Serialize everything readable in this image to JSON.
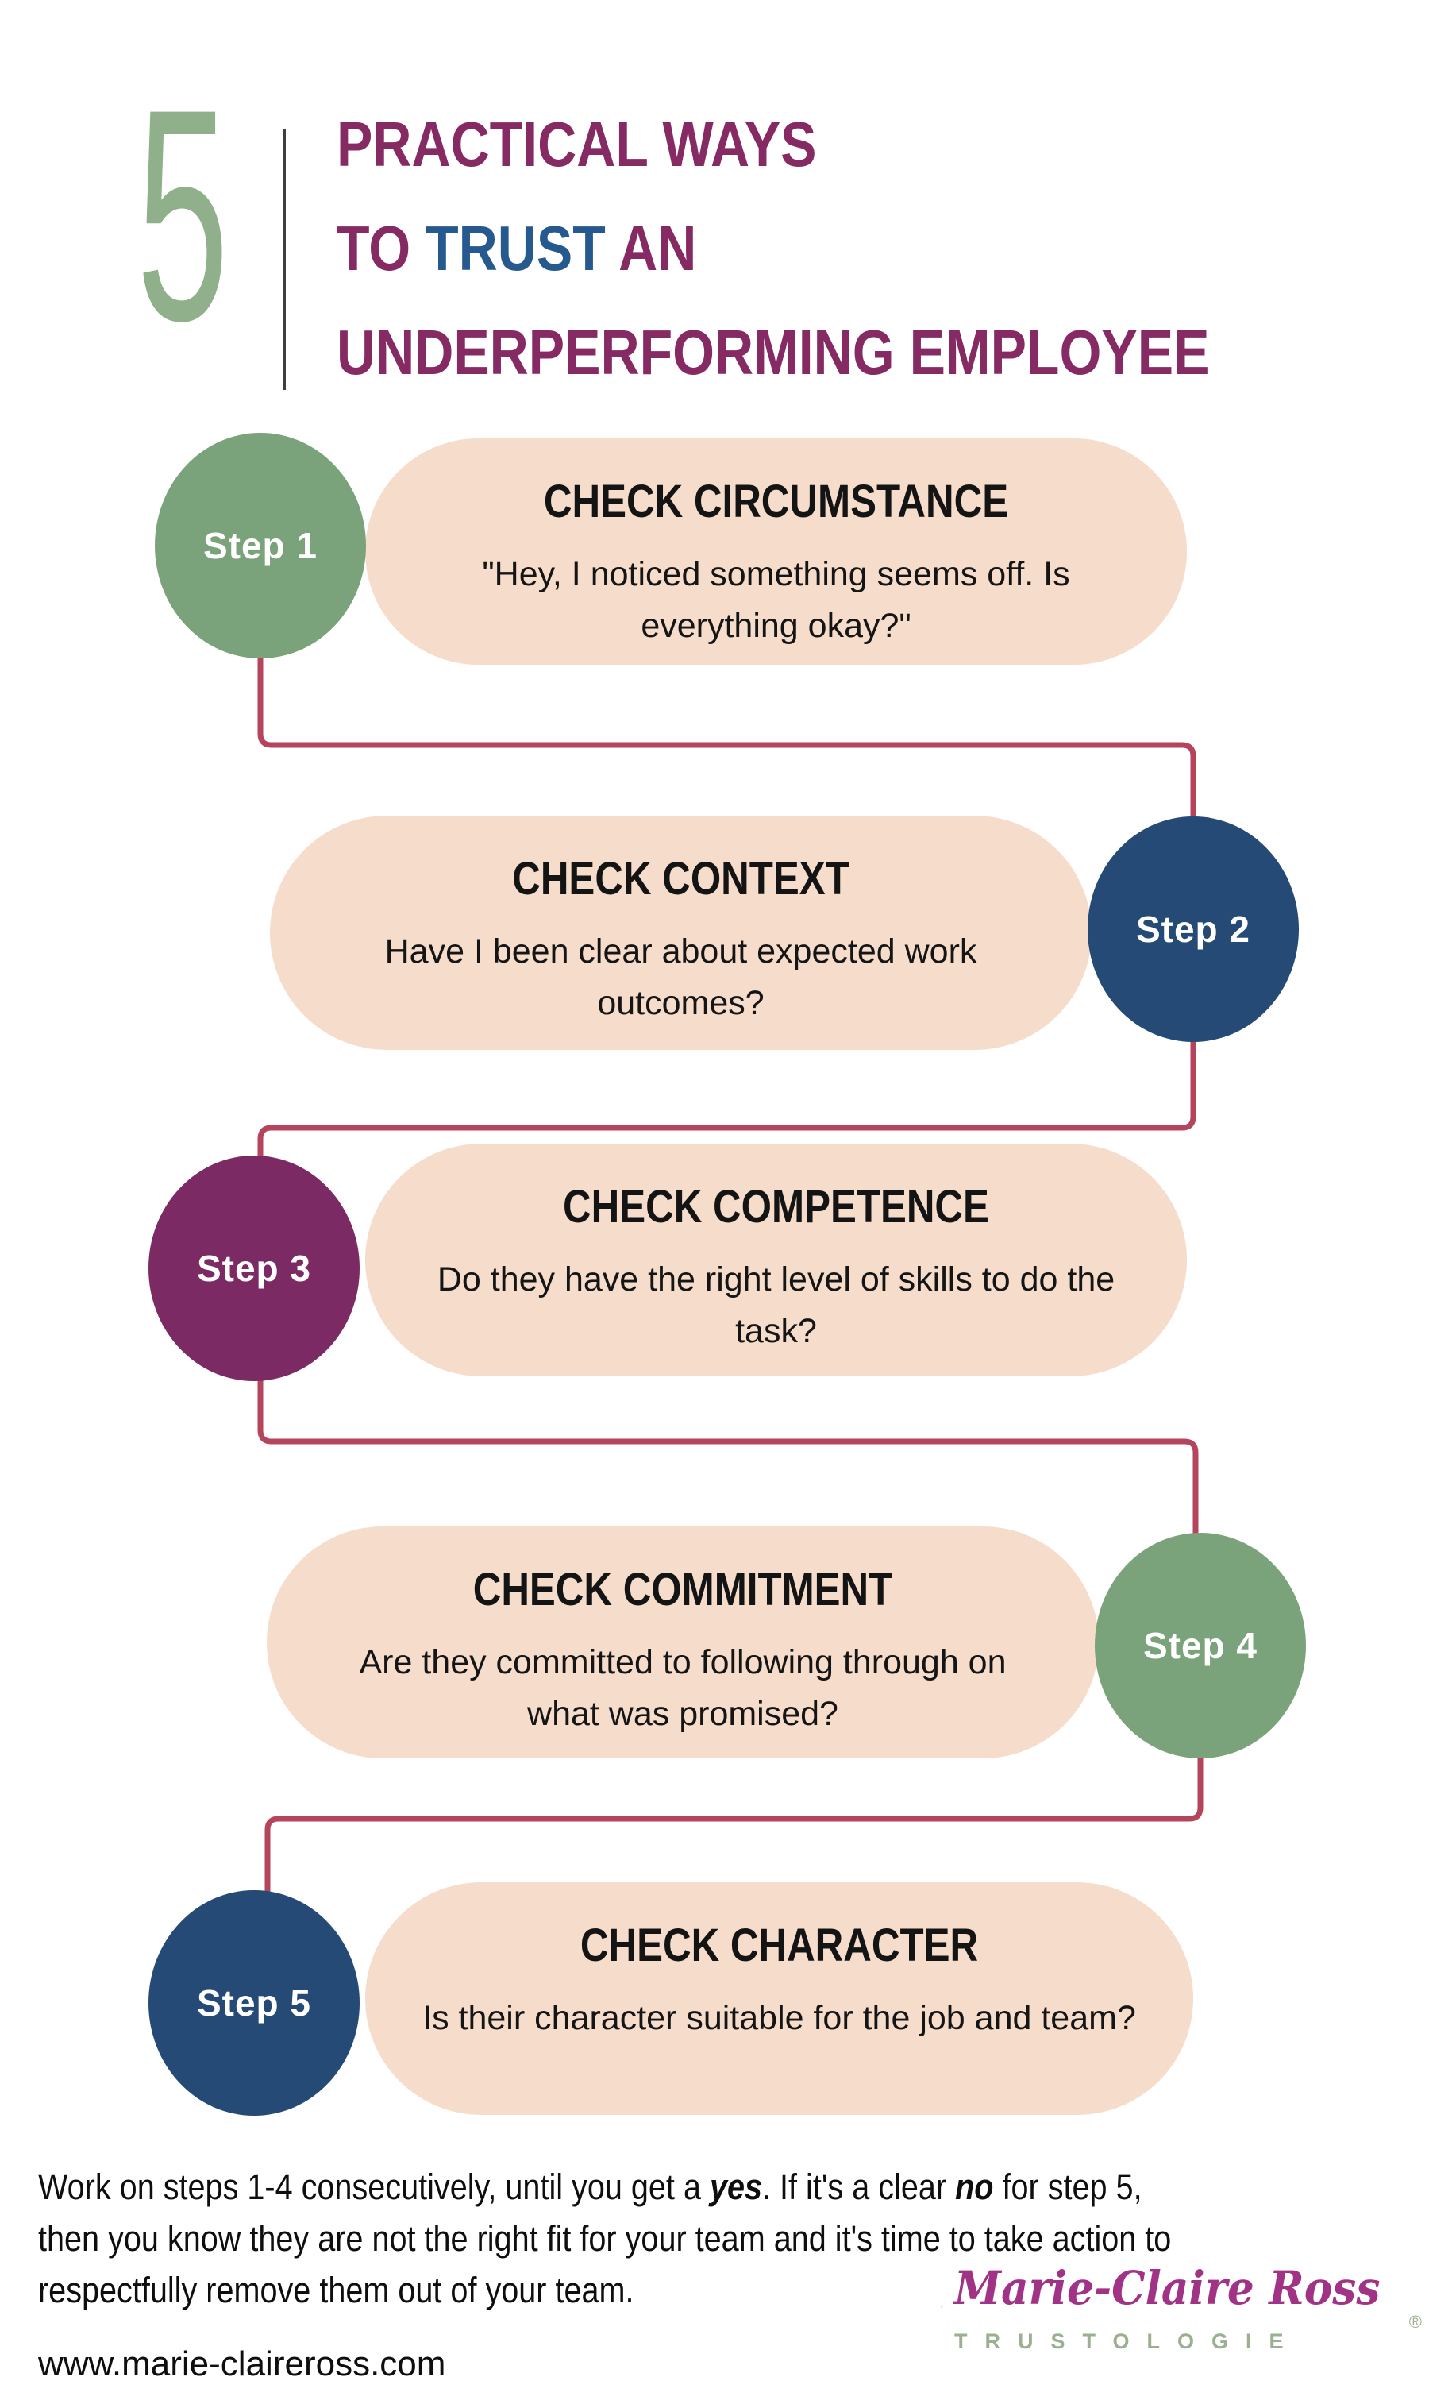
{
  "header": {
    "big_number": "5",
    "title_line1": "PRACTICAL WAYS",
    "title_line2_part1": "TO ",
    "title_line2_part2": "TRUST",
    "title_line2_part3": " AN",
    "title_line3": "UNDERPERFORMING EMPLOYEE"
  },
  "steps": [
    {
      "label": "Step 1",
      "title": "CHECK CIRCUMSTANCE",
      "body": "\"Hey, I noticed something seems off. Is everything okay?\"",
      "circle_color": "#7ba37b",
      "side": "left"
    },
    {
      "label": "Step 2",
      "title": "CHECK CONTEXT",
      "body": "Have I been clear about expected work outcomes?",
      "circle_color": "#254a75",
      "side": "right"
    },
    {
      "label": "Step 3",
      "title": "CHECK COMPETENCE",
      "body": "Do they have the right level of skills to do the task?",
      "circle_color": "#7b2a63",
      "side": "left"
    },
    {
      "label": "Step 4",
      "title": "CHECK COMMITMENT",
      "body": "Are they committed to following through on what was promised?",
      "circle_color": "#7ba37b",
      "side": "right"
    },
    {
      "label": "Step 5",
      "title": "CHECK CHARACTER",
      "body": "Is their character suitable for the job and team?",
      "circle_color": "#254a75",
      "side": "left"
    }
  ],
  "footer": {
    "text_part1": "Work on steps 1-4 consecutively, until you get a ",
    "emphasis1": "yes",
    "text_part2": ".  If it's a clear ",
    "emphasis2": "no",
    "text_part3": " for step 5, then you know they are not the right fit for your team and it's time to take action to respectfully remove them out of your team."
  },
  "branding": {
    "website": "www.marie-claireross.com",
    "logo_name": "Marie-Claire Ross",
    "logo_tagline": "TRUSTOLOGIE",
    "registered_mark": "®"
  },
  "colors": {
    "title_purple": "#862a63",
    "title_blue": "#265a8f",
    "number_green": "#8fb08a",
    "circle_green": "#7ba37b",
    "circle_navy": "#254a75",
    "circle_purple": "#7b2a63",
    "bubble_peach": "#f6dcca",
    "connector_red": "#b4455c",
    "tagline_green": "#9ab08f",
    "logo_magenta": "#a03386"
  }
}
